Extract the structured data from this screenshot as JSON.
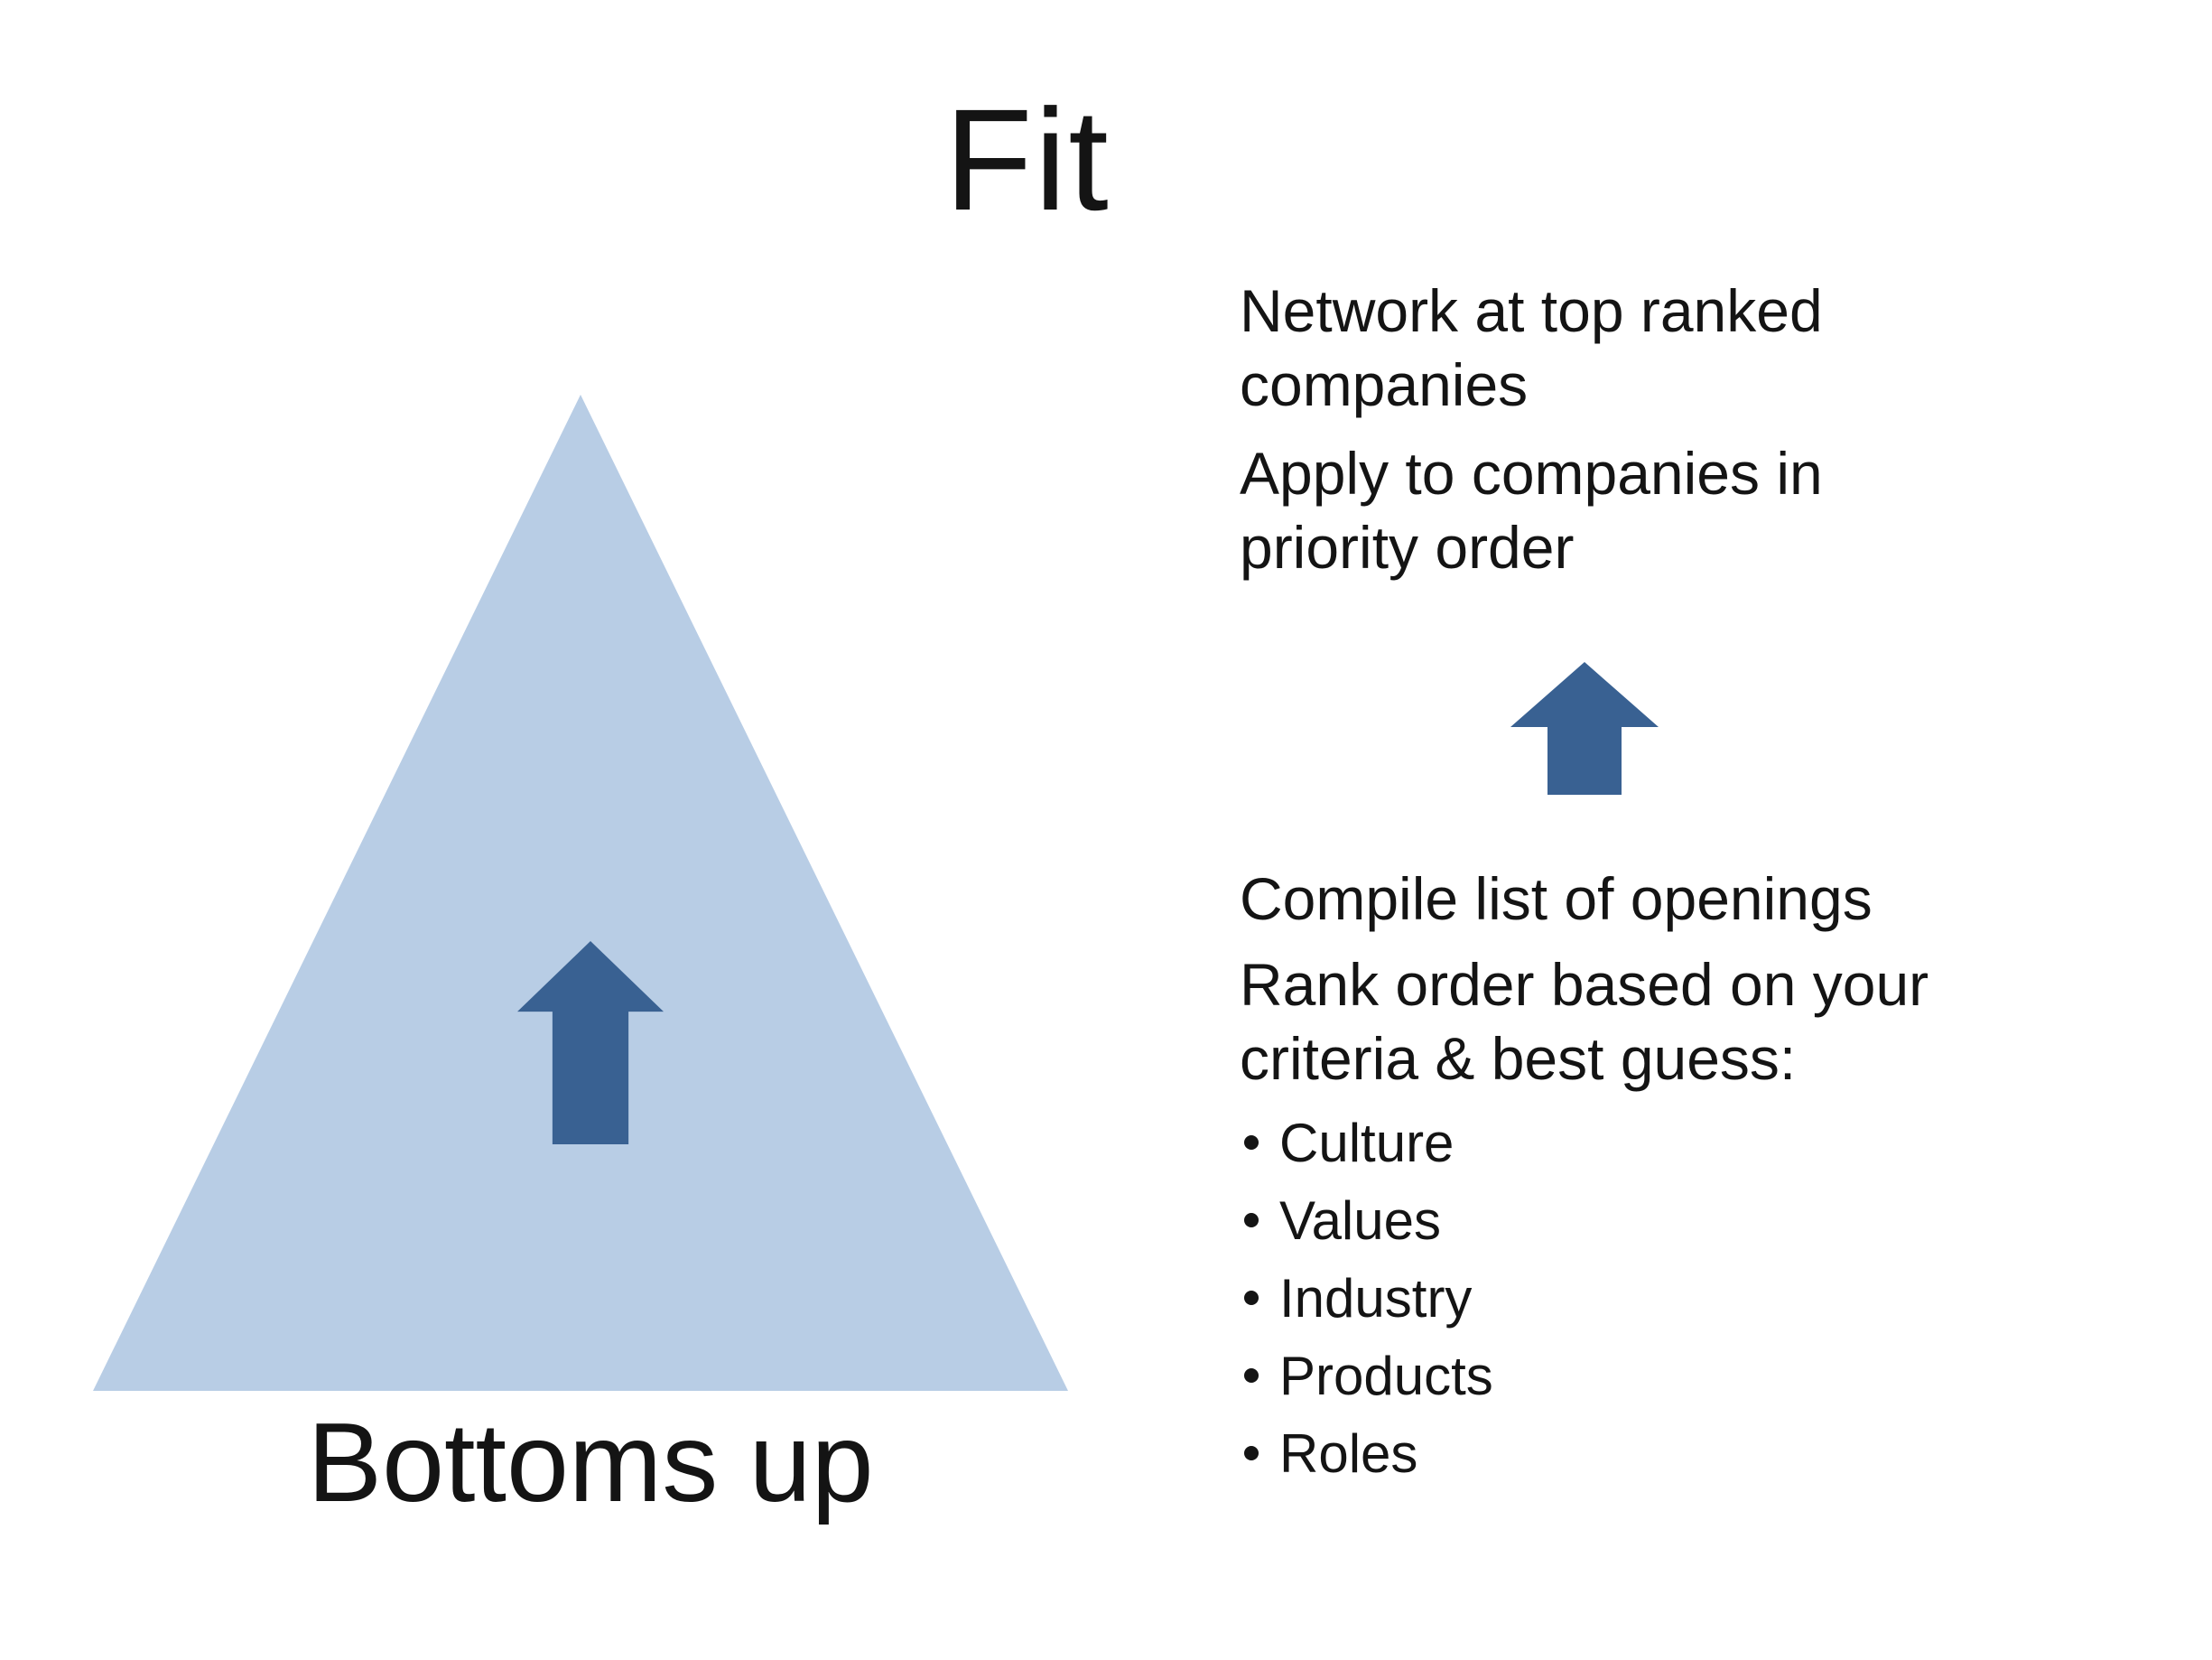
{
  "slide": {
    "title": "Fit",
    "colors": {
      "pyramid_fill": "#b8cde5",
      "arrow_blue": "#396192",
      "text": "#141414",
      "background": "#ffffff"
    },
    "pyramid": {
      "caption": "Bottoms up",
      "arrow_icon": "up-arrow"
    },
    "flow_arrow_icon": "up-arrow",
    "right_column": {
      "paragraphs": [
        {
          "lines": [
            "Network at top ranked",
            "companies"
          ]
        },
        {
          "lines": [
            "Apply to companies in",
            "priority order"
          ]
        },
        {
          "lines": [
            "Compile list of openings"
          ]
        },
        {
          "lines": [
            "Rank order based on your",
            "criteria & best guess:"
          ]
        }
      ],
      "bullets": [
        "Culture",
        "Values",
        "Industry",
        "Products",
        "Roles"
      ]
    }
  }
}
